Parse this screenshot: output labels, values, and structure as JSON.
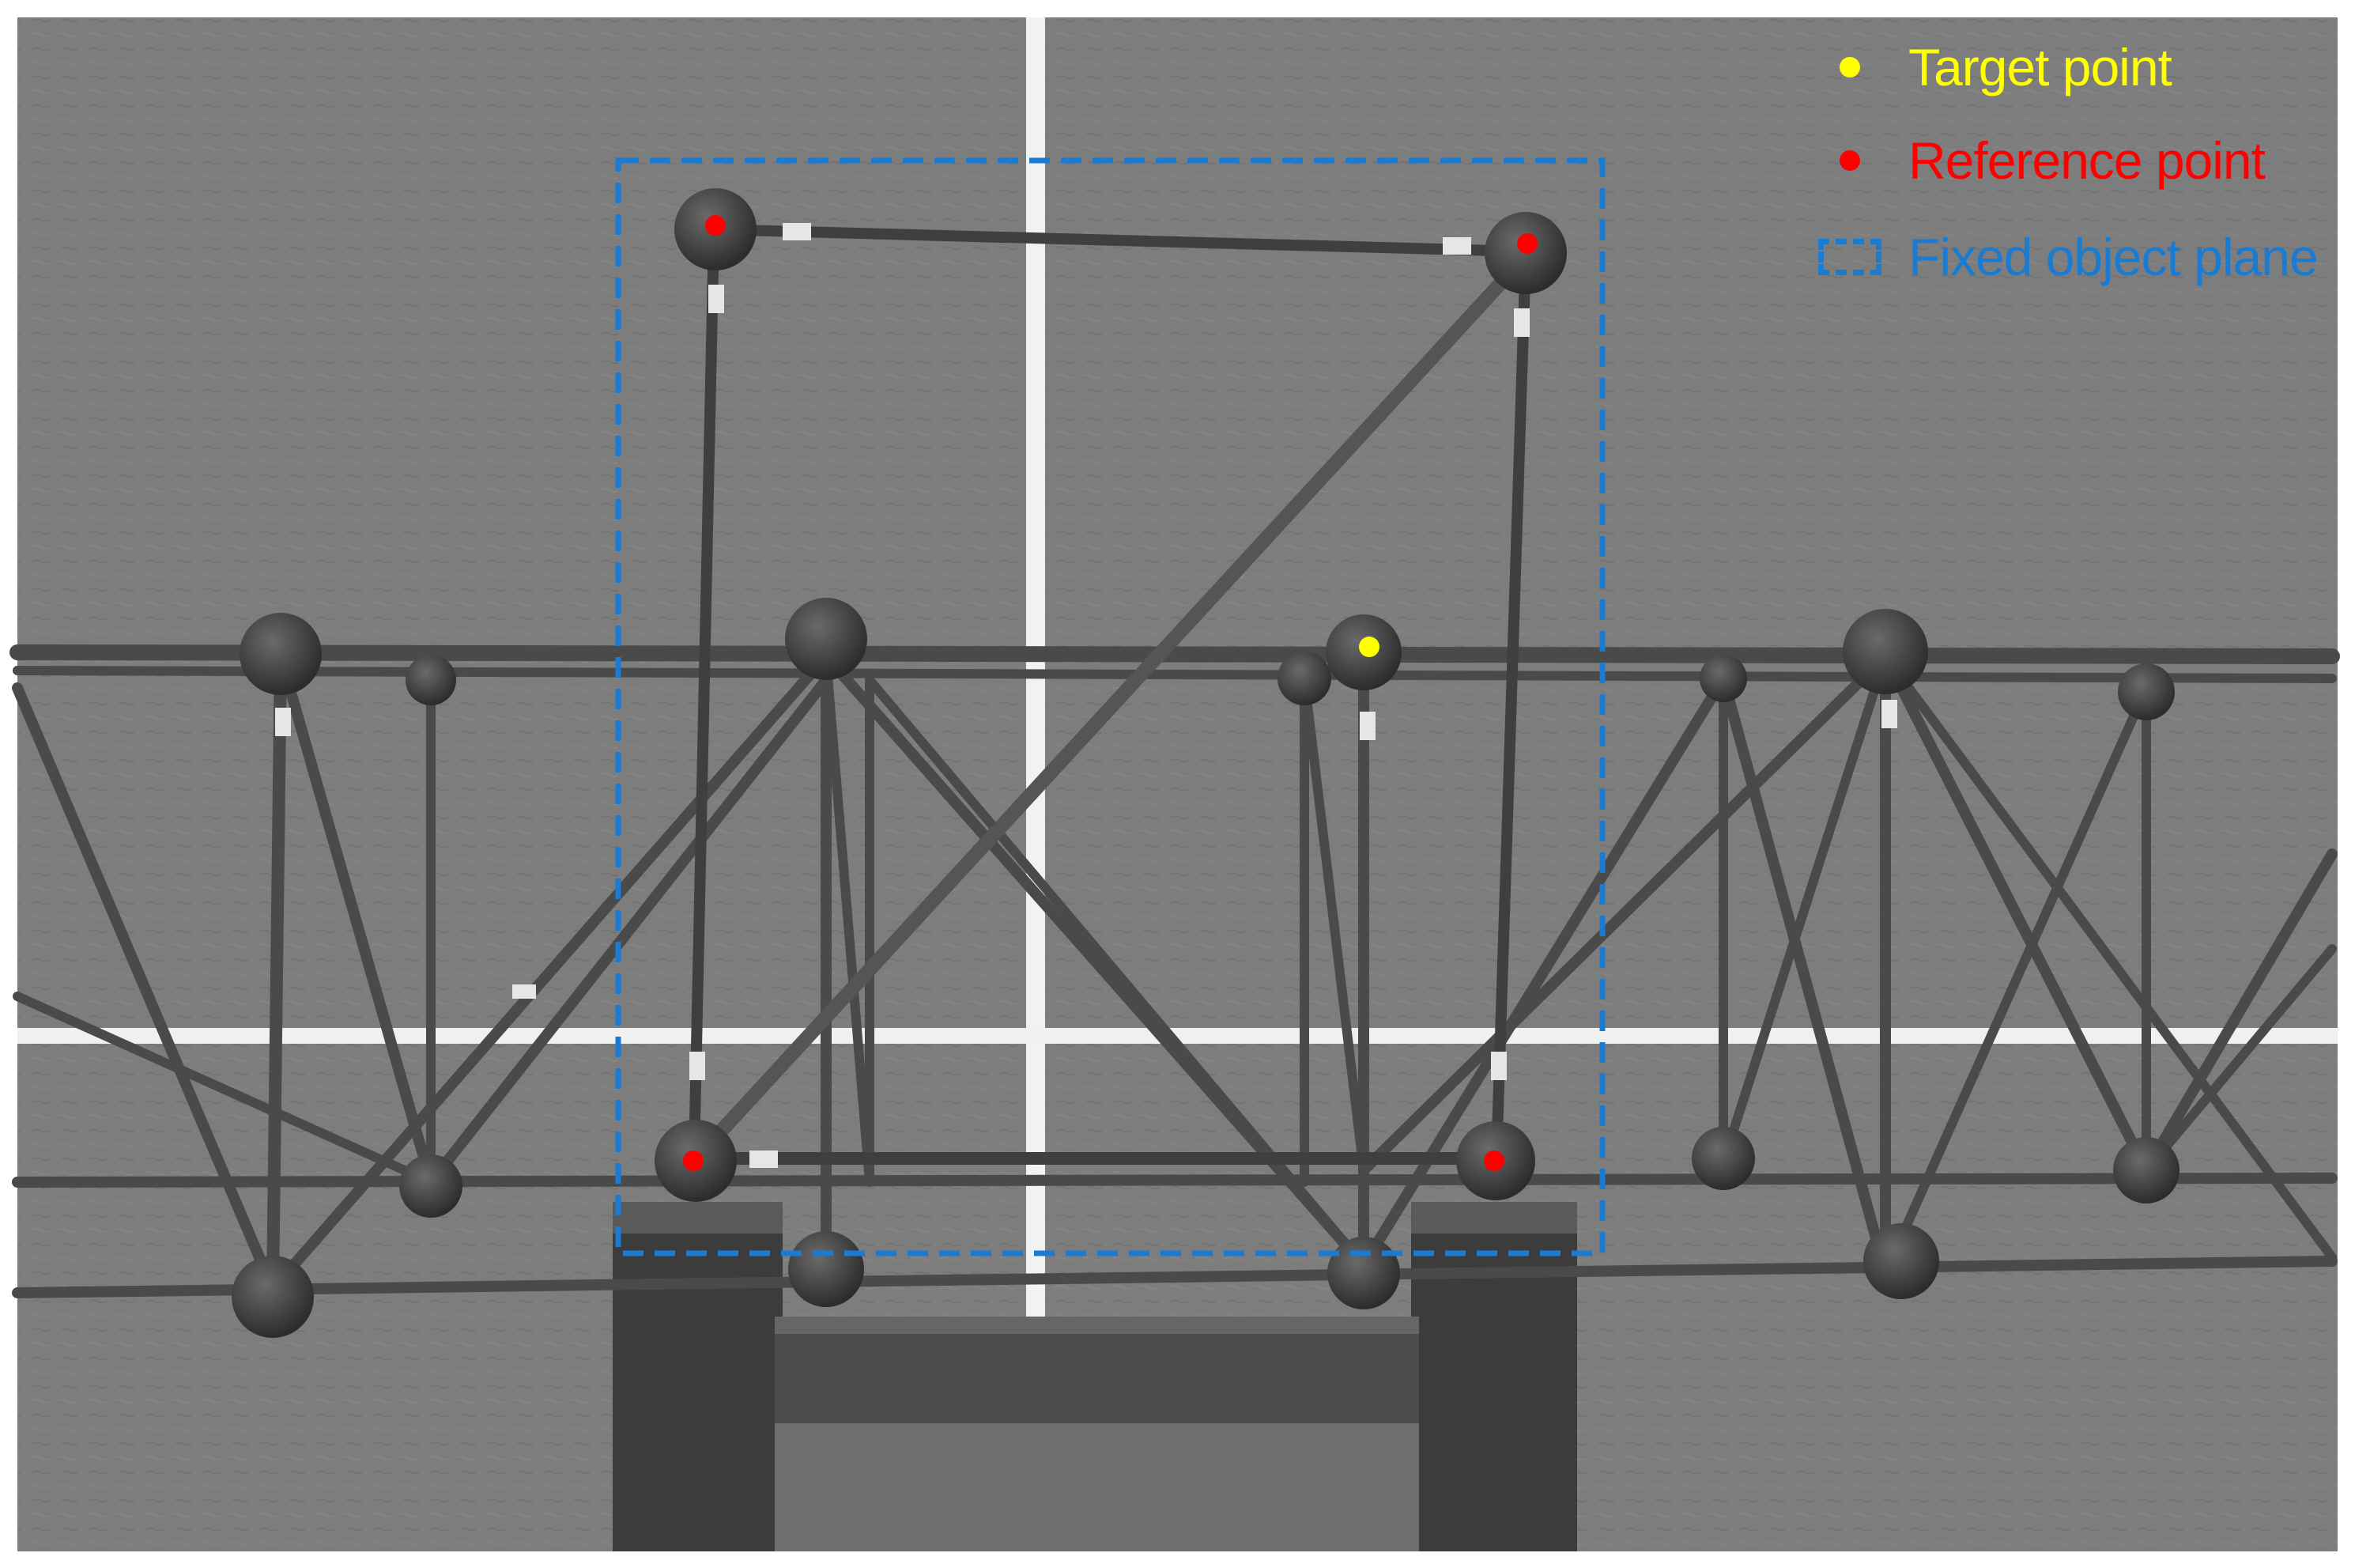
{
  "legend": {
    "target": {
      "label": "Target point",
      "color": "#ffff00"
    },
    "reference": {
      "label": "Reference point",
      "color": "#ff0000"
    },
    "plane": {
      "label": "Fixed object plane",
      "color": "#1a7bd0"
    }
  },
  "colors": {
    "wall": "#7c7c7c",
    "frame_border": "#ffffff",
    "white_line": "#f2f2f2",
    "member": "#4a4a4a",
    "node": "#3a3a3a"
  }
}
